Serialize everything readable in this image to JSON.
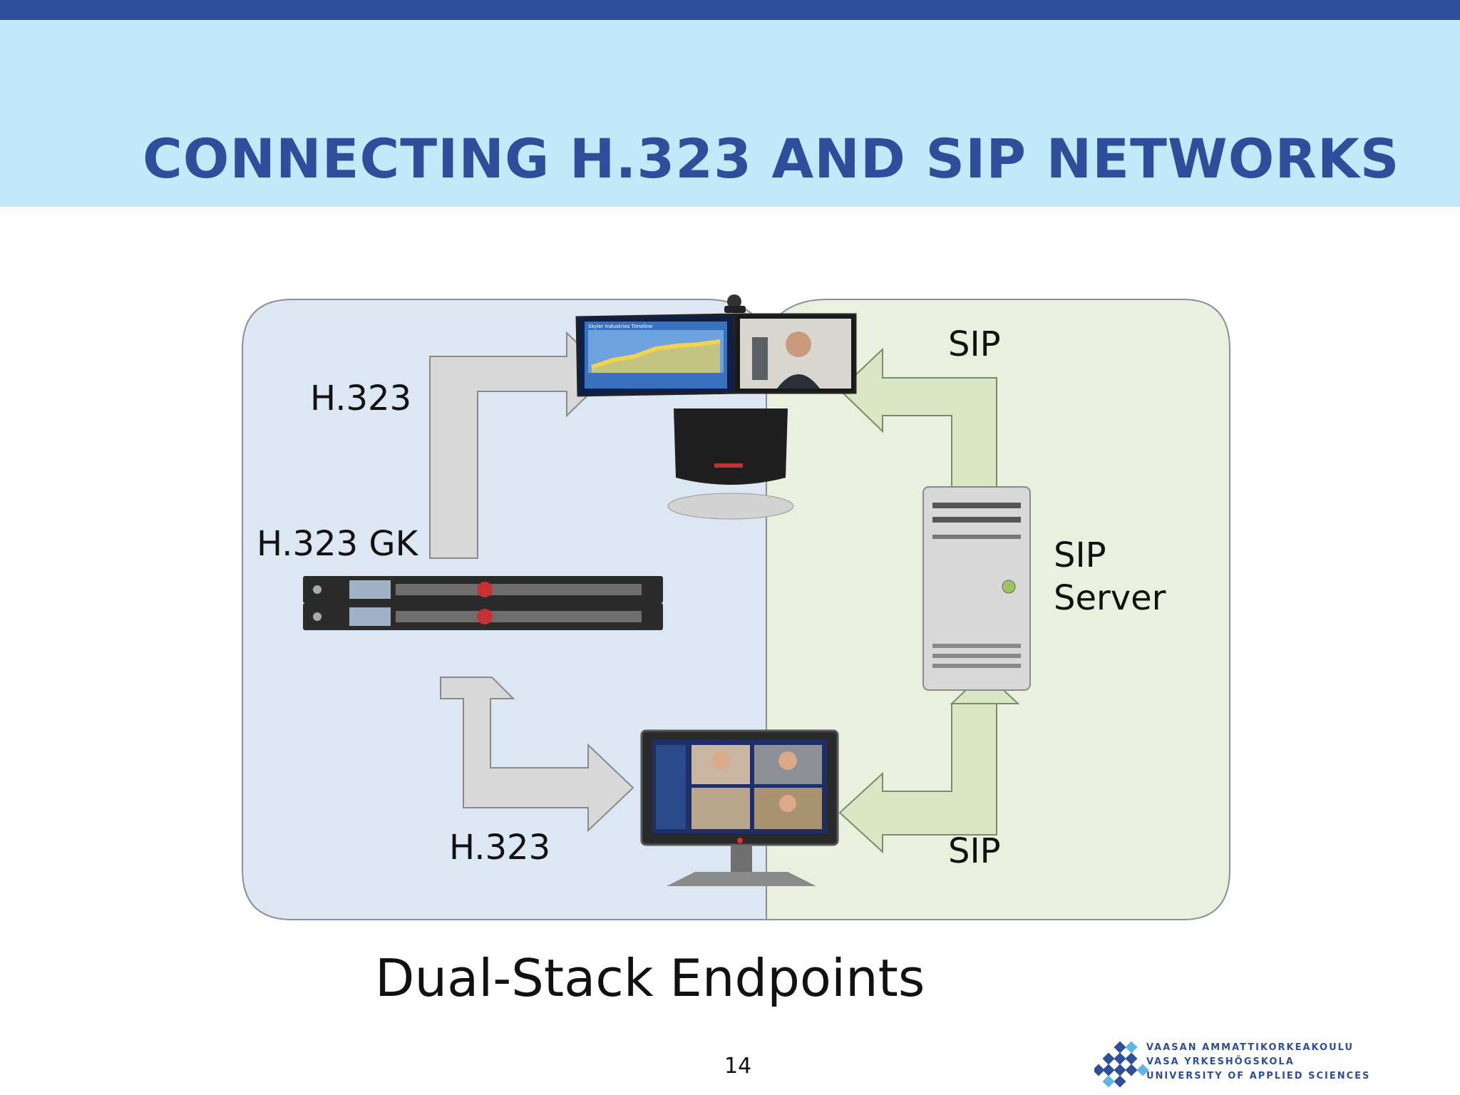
{
  "slide": {
    "title": "CONNECTING H.323 AND SIP NETWORKS",
    "caption": "Dual-Stack Endpoints",
    "page_number": "14"
  },
  "diagram": {
    "labels": {
      "h323_top": "H.323",
      "h323_gk": "H.323 GK",
      "h323_bottom": "H.323",
      "sip_top": "SIP",
      "sip_server_line1": "SIP",
      "sip_server_line2": "Server",
      "sip_bottom": "SIP"
    },
    "screen_chart_title": "Skyler Industries Timeline"
  },
  "logo": {
    "line1": "VAASAN AMMATTIKORKEAKOULU",
    "line2": "VASA YRKESHÖGSKOLA",
    "line3": "UNIVERSITY OF APPLIED SCIENCES"
  },
  "colors": {
    "accent_blue": "#2e4d9a",
    "title_band": "#c2e9fa",
    "h323_zone": "#dde7f3",
    "sip_zone": "#e9f0de"
  }
}
